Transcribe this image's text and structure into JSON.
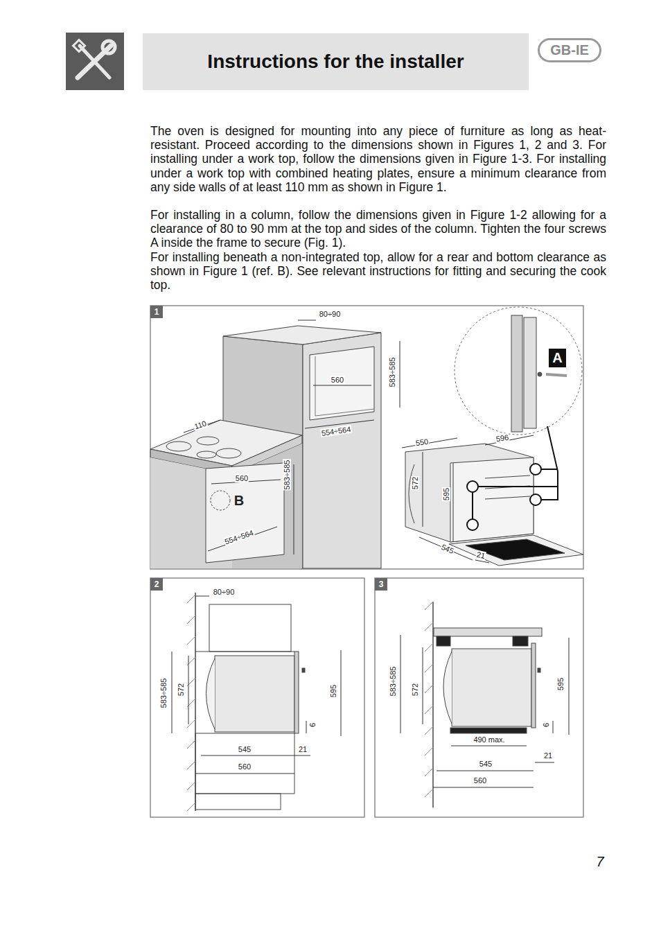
{
  "diagram": {
    "title": "Instructions for the installer",
    "nodes": [
      {
        "text": [
          "GB-IE"
        ]
      },
      {
        "text": [
          "1"
        ]
      },
      {
        "text": [
          "2"
        ]
      },
      {
        "text": [
          "3"
        ]
      },
      {
        "text": [
          "A"
        ]
      }
    ],
    "labels": [
      "The oven is designed for mounting into any piece of furniture as long as heat-resistant. Proceed according to the dimensions shown in Figures 1, 2 and 3. For installing under a work top, follow the dimensions given in Figure 1-3. For installing under a work top with combined heating plates, ensure a minimum clearance from any side walls of at least 110 mm as shown in Figure 1.",
      "For installing in a column, follow the dimensions given in Figure 1-2 allowing for a clearance of 80 to 90 mm at the top and sides of the column. Tighten the four screws A inside the frame to secure (Fig. 1).",
      "For installing beneath a non-integrated top, allow for a rear and bottom clearance as shown in Figure 1 (ref. B). See relevant instructions for fitting and securing the cook top.",
      "80÷90",
      "583÷585",
      "560",
      "554÷564",
      "110",
      "560",
      "583÷585",
      "B",
      "554÷564",
      "550",
      "596",
      "572",
      "595",
      "545",
      "21",
      "80÷90",
      "583÷585",
      "572",
      "595",
      "6",
      "545",
      "21",
      "560",
      "583÷585",
      "572",
      "595",
      "6",
      "490 max.",
      "21",
      "545",
      "560",
      "7"
    ]
  }
}
